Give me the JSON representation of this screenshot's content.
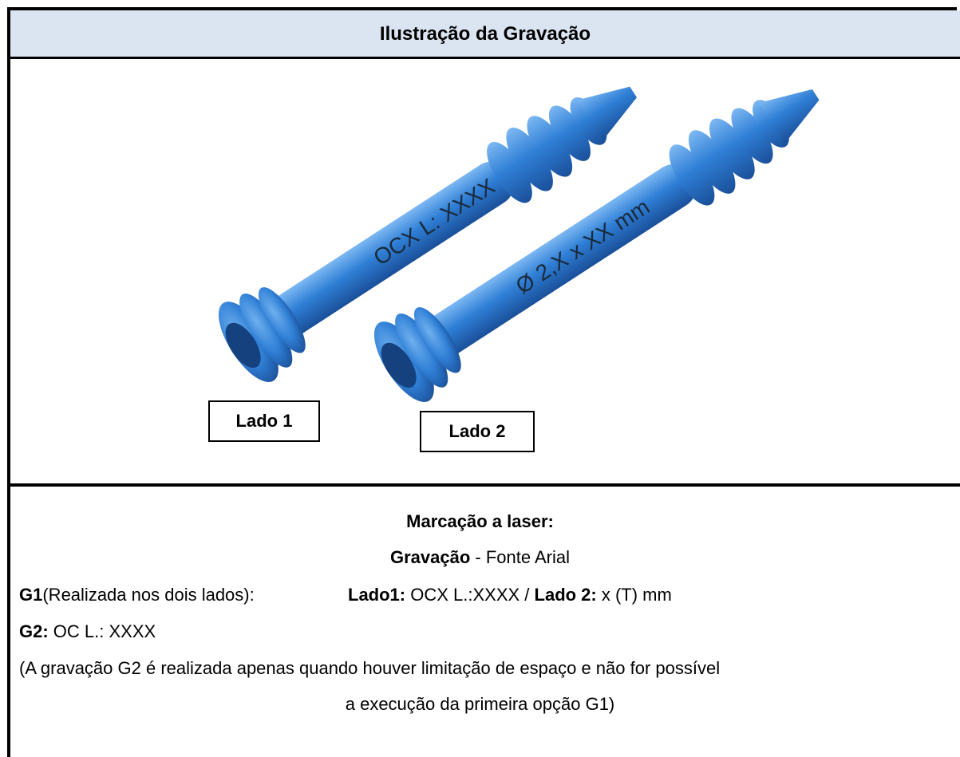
{
  "header": {
    "title": "Ilustração da Gravação"
  },
  "illustration": {
    "screw1_text": "OCX L: XXXX",
    "screw2_text": "Ø 2,X x XX mm",
    "label_side1": "Lado 1",
    "label_side2": "Lado 2",
    "screw_color": "#2f7fd6"
  },
  "spec": {
    "heading": "Marcação a laser:",
    "engraving_label": "Gravação",
    "engraving_font": " - Fonte Arial",
    "g1_label": "G1",
    "g1_desc": "(Realizada nos dois lados):",
    "side1_label": "Lado1:",
    "side1_value": " OCX L.:XXXX / ",
    "side2_label": "Lado 2:",
    "side2_value": "  x (T) mm",
    "g2_label": "G2:",
    "g2_value": " OC L.: XXXX",
    "note_line1": "(A gravação G2 é realizada apenas quando houver limitação de espaço e não for possível",
    "note_line2": "a execução da primeira opção G1)"
  }
}
